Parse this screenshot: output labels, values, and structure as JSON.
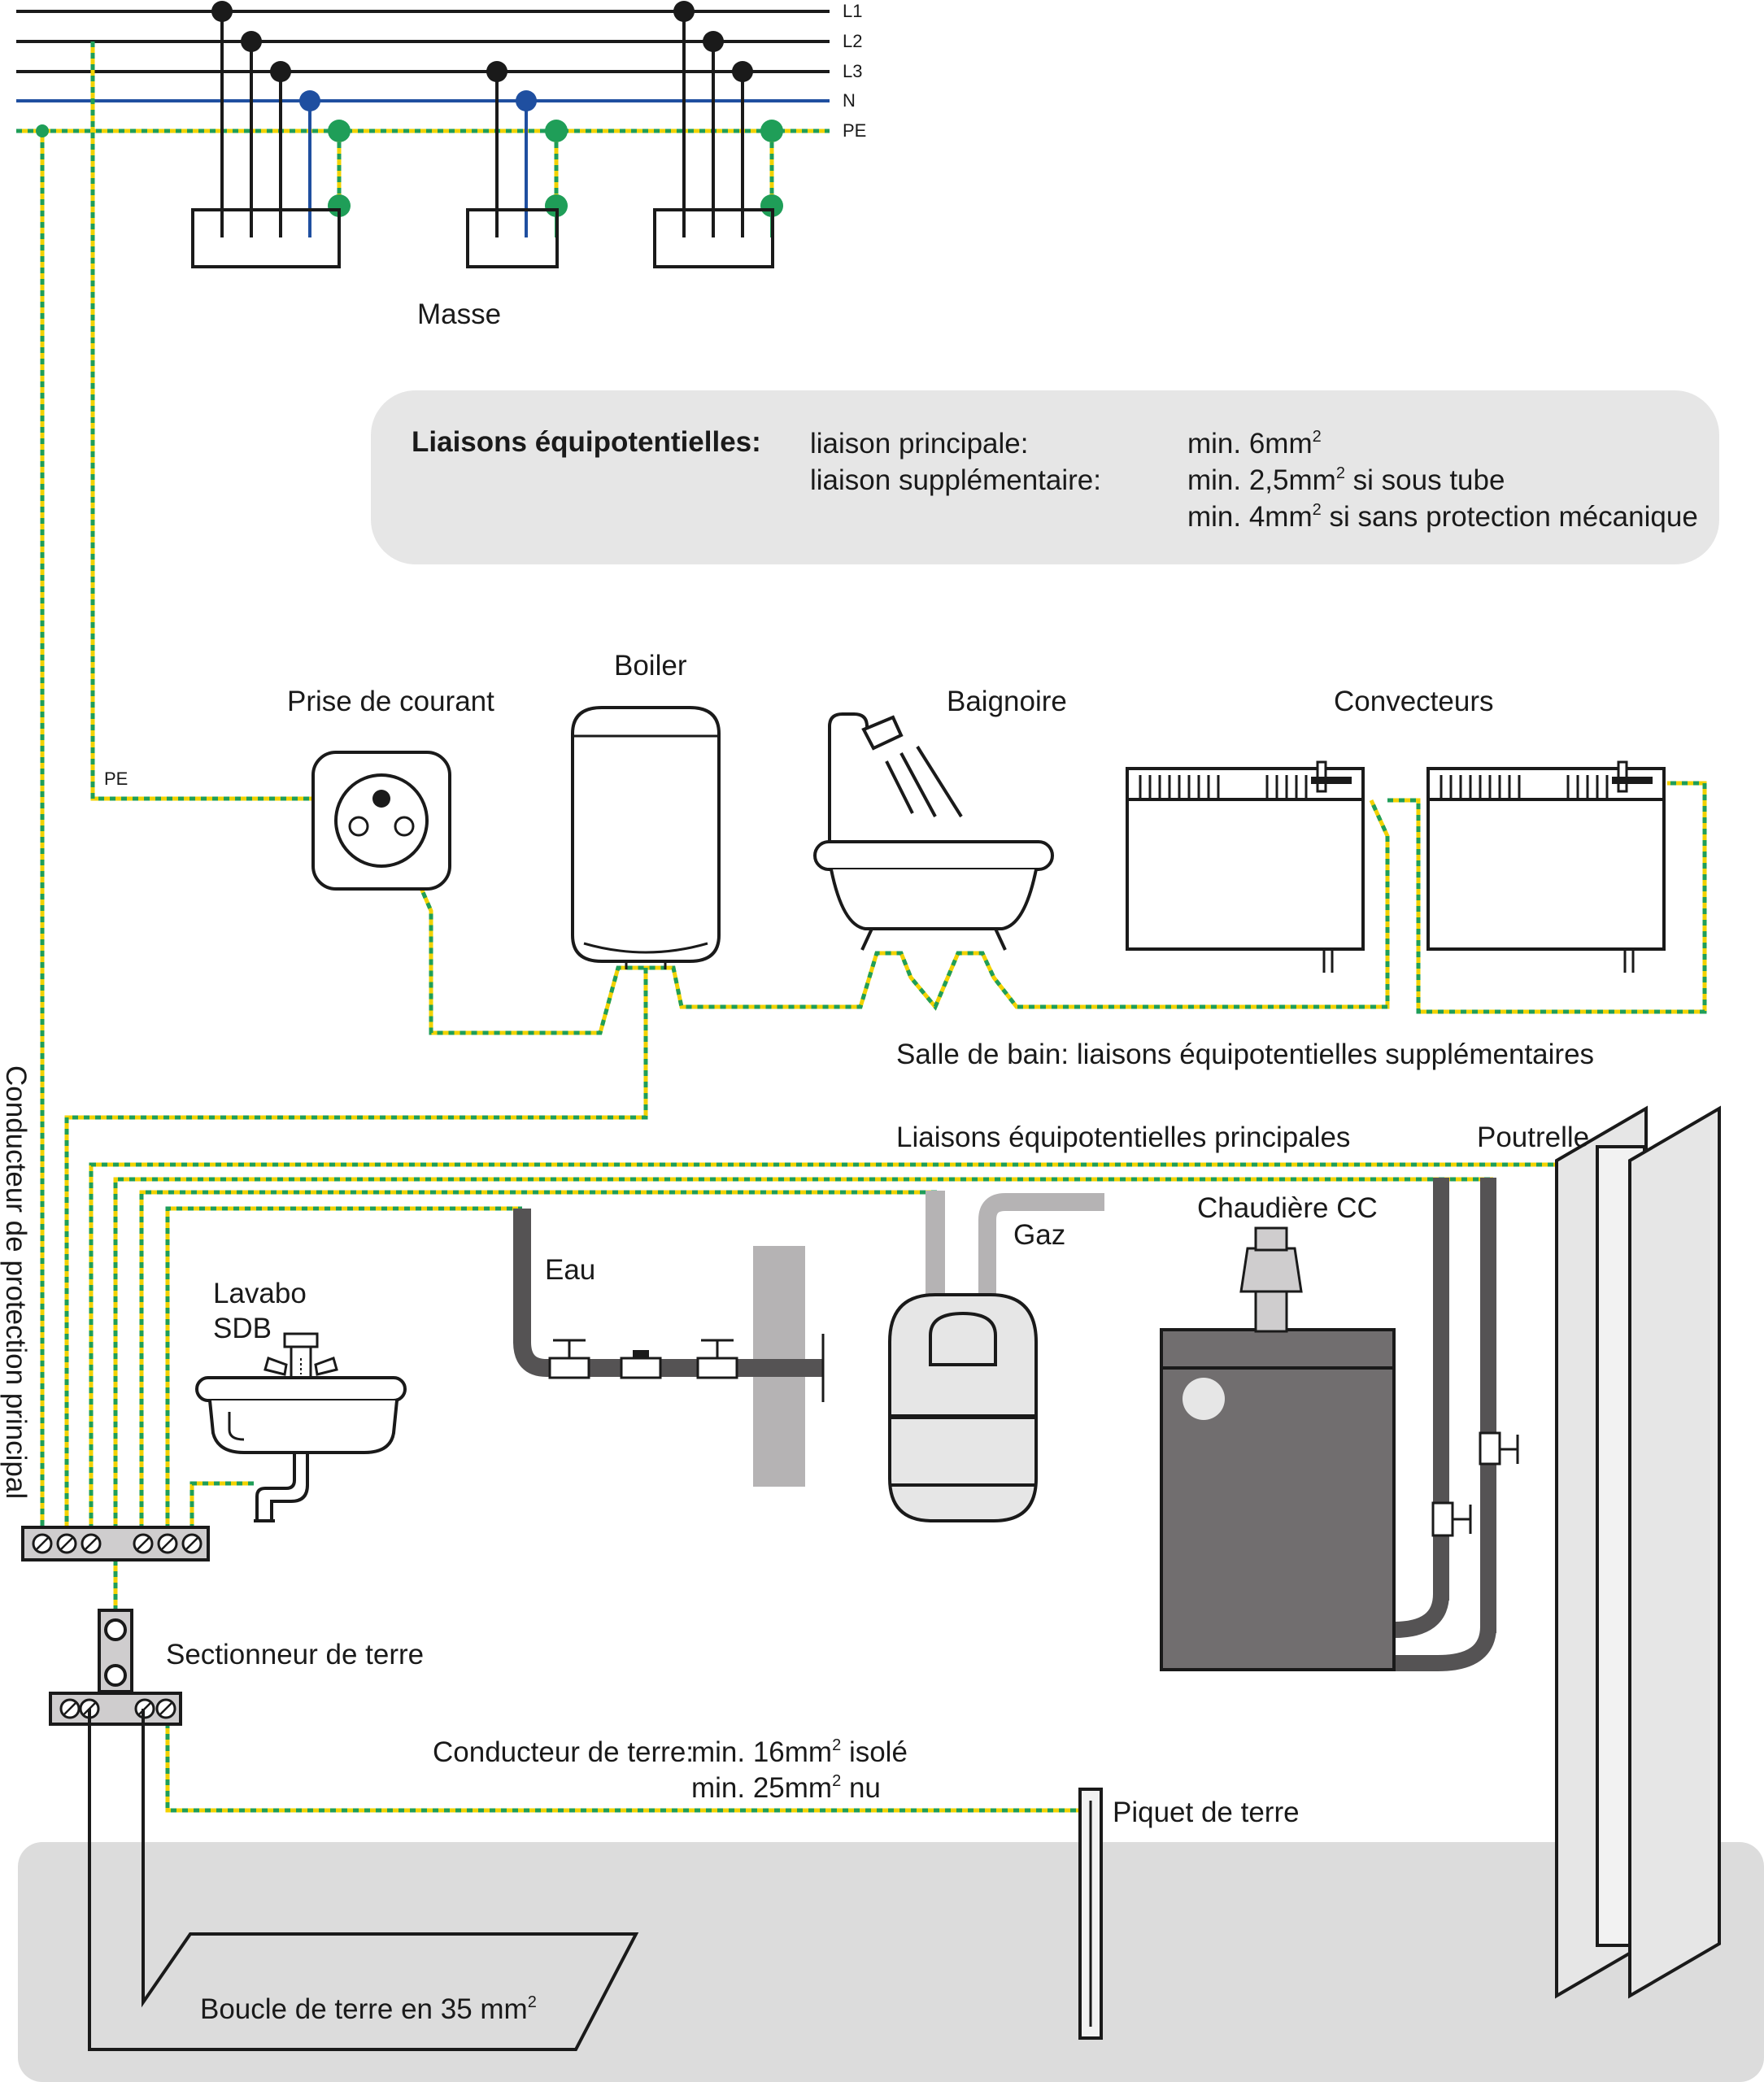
{
  "colors": {
    "phase": "#1a1a1a",
    "neutral": "#1f4fa0",
    "pe_green": "#1f9e58",
    "pe_yellow": "#f2d200",
    "panel_bg": "#e6e6e6",
    "ground_bg": "#dcdcdc",
    "dark_pipe": "#555354",
    "light_pipe": "#b5b3b4",
    "boiler_body": "#716e6f"
  },
  "bus": {
    "l1": "L1",
    "l2": "L2",
    "l3": "L3",
    "n": "N",
    "pe": "PE"
  },
  "labels": {
    "masse": "Masse",
    "prise": "Prise de courant",
    "boiler": "Boiler",
    "baignoire": "Baignoire",
    "convecteurs": "Convecteurs",
    "pe_small": "PE",
    "salle_de_bain": "Salle de bain: liaisons équipotentielles supplémentaires",
    "liaisons_principales": "Liaisons équipotentielles principales",
    "poutrelle": "Poutrelle",
    "chaudiere": "Chaudière CC",
    "gaz": "Gaz",
    "eau": "Eau",
    "lavabo_1": "Lavabo",
    "lavabo_2": "SDB",
    "conducteur_protection": "Conducteur de protection principal",
    "sectionneur": "Sectionneur de terre",
    "conducteur_terre": "Conducteur de terre:",
    "terre_iso_a": "min. 16mm",
    "terre_iso_sup": "2",
    "terre_iso_b": " isolé",
    "terre_nu_a": "min. 25mm",
    "terre_nu_sup": "2",
    "terre_nu_b": " nu",
    "piquet": "Piquet de terre",
    "boucle_a": "Boucle de terre en 35 mm",
    "boucle_sup": "2"
  },
  "info_box": {
    "heading": "Liaisons équipotentielles:",
    "row1_label": "liaison principale:",
    "row2_label": "liaison supplémentaire:",
    "row1_value_a": "min. 6mm",
    "row1_value_sup": "2",
    "row2_value_a": "min. 2,5mm",
    "row2_value_sup": "2",
    "row2_value_b": " si sous tube",
    "row3_value_a": "min. 4mm",
    "row3_value_sup": "2",
    "row3_value_b": " si sans protection mécanique"
  }
}
